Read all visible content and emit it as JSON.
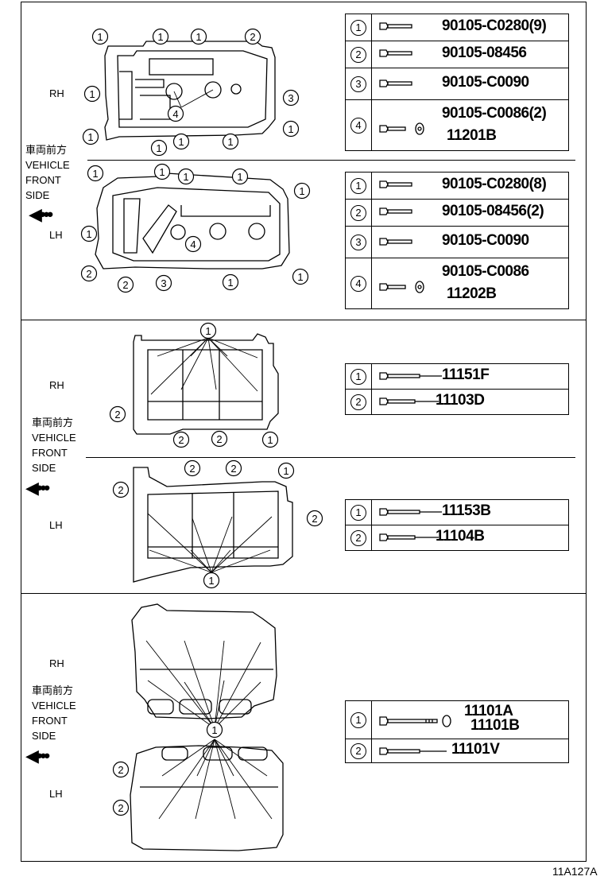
{
  "side_labels": [
    "RH",
    "LH"
  ],
  "front_label": {
    "jp": "車両前方",
    "line1": "VEHICLE",
    "line2": "FRONT",
    "line3": "SIDE"
  },
  "tables": {
    "head_cover_rh": [
      {
        "ref": "1",
        "parts": [
          "90105-C0280(9)"
        ]
      },
      {
        "ref": "2",
        "parts": [
          "90105-08456"
        ]
      },
      {
        "ref": "3",
        "parts": [
          "90105-C0090"
        ]
      },
      {
        "ref": "4",
        "parts": [
          "90105-C0086(2)",
          "11201B"
        ]
      }
    ],
    "head_cover_lh": [
      {
        "ref": "1",
        "parts": [
          "90105-C0280(8)"
        ]
      },
      {
        "ref": "2",
        "parts": [
          "90105-08456(2)"
        ]
      },
      {
        "ref": "3",
        "parts": [
          "90105-C0090"
        ]
      },
      {
        "ref": "4",
        "parts": [
          "90105-C0086",
          "11202B"
        ]
      }
    ],
    "camshaft_housing_rh": [
      {
        "ref": "1",
        "parts": [
          "11151F"
        ]
      },
      {
        "ref": "2",
        "parts": [
          "11103D"
        ]
      }
    ],
    "camshaft_housing_lh": [
      {
        "ref": "1",
        "parts": [
          "11153B"
        ]
      },
      {
        "ref": "2",
        "parts": [
          "11104B"
        ]
      }
    ],
    "cylinder_head": [
      {
        "ref": "1",
        "parts": [
          "11101A",
          "11101B"
        ]
      },
      {
        "ref": "2",
        "parts": [
          "11101V"
        ]
      }
    ]
  },
  "diagram_code": "11A127A"
}
